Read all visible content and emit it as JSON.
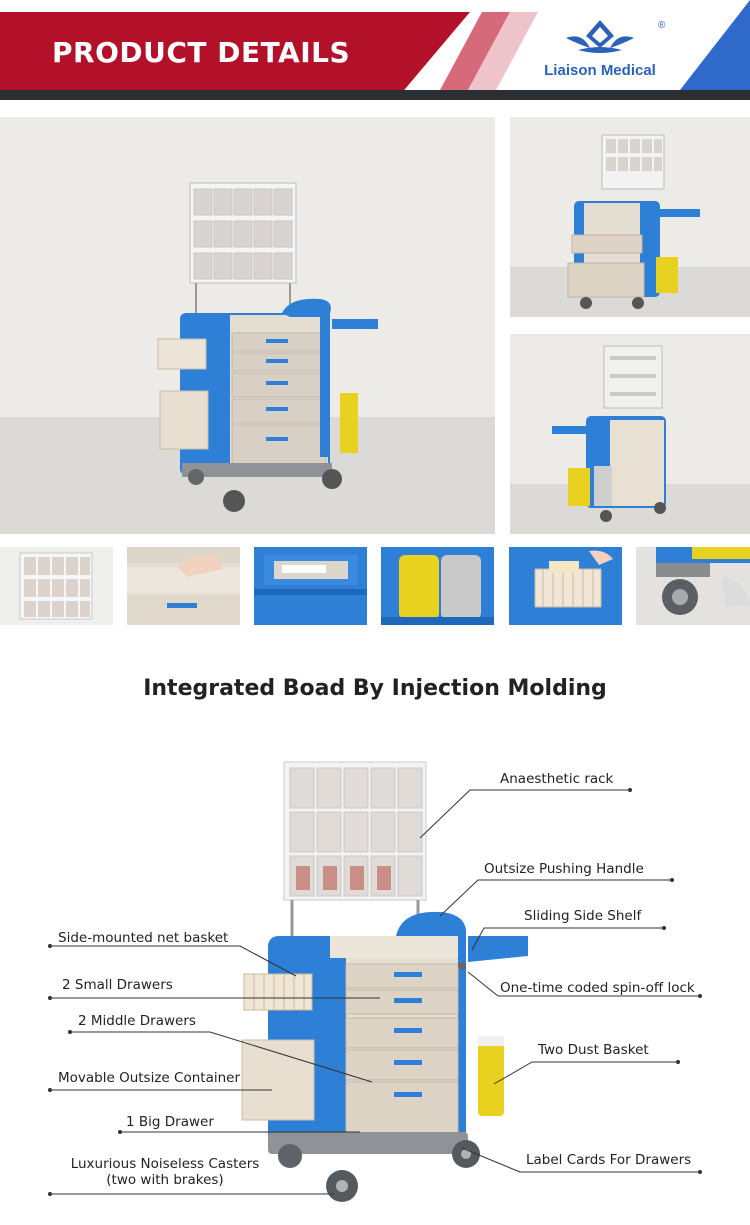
{
  "header": {
    "title": "PRODUCT DETAILS",
    "brand": "Liaison Medical",
    "registered": "®",
    "colors": {
      "red": "#b3112a",
      "blue": "#2f69c9",
      "dark": "#2b2f33"
    }
  },
  "gallery": {
    "main": "medical-cart-photo",
    "side": [
      "cart-side-view-photo",
      "cart-rear-view-photo"
    ],
    "thumbnails": [
      "rack-closeup",
      "drawer-closeup",
      "drawer-open-closeup",
      "dust-basket-closeup",
      "net-basket-closeup",
      "caster-closeup"
    ]
  },
  "section": {
    "title": "Integrated Boad By Injection Molding"
  },
  "callouts": {
    "anaesthetic_rack": "Anaesthetic rack",
    "pushing_handle": "Outsize Pushing Handle",
    "side_shelf": "Sliding Side Shelf",
    "spin_lock": "One-time coded spin-off lock",
    "dust_basket": "Two Dust Basket",
    "label_cards": "Label Cards For Drawers",
    "net_basket": "Side-mounted net basket",
    "small_drawers": "2 Small Drawers",
    "middle_drawers": "2 Middle Drawers",
    "container": "Movable Outsize Container",
    "big_drawer": "1 Big Drawer",
    "casters_line1": "Luxurious Noiseless Casters",
    "casters_line2": "(two with brakes)"
  }
}
